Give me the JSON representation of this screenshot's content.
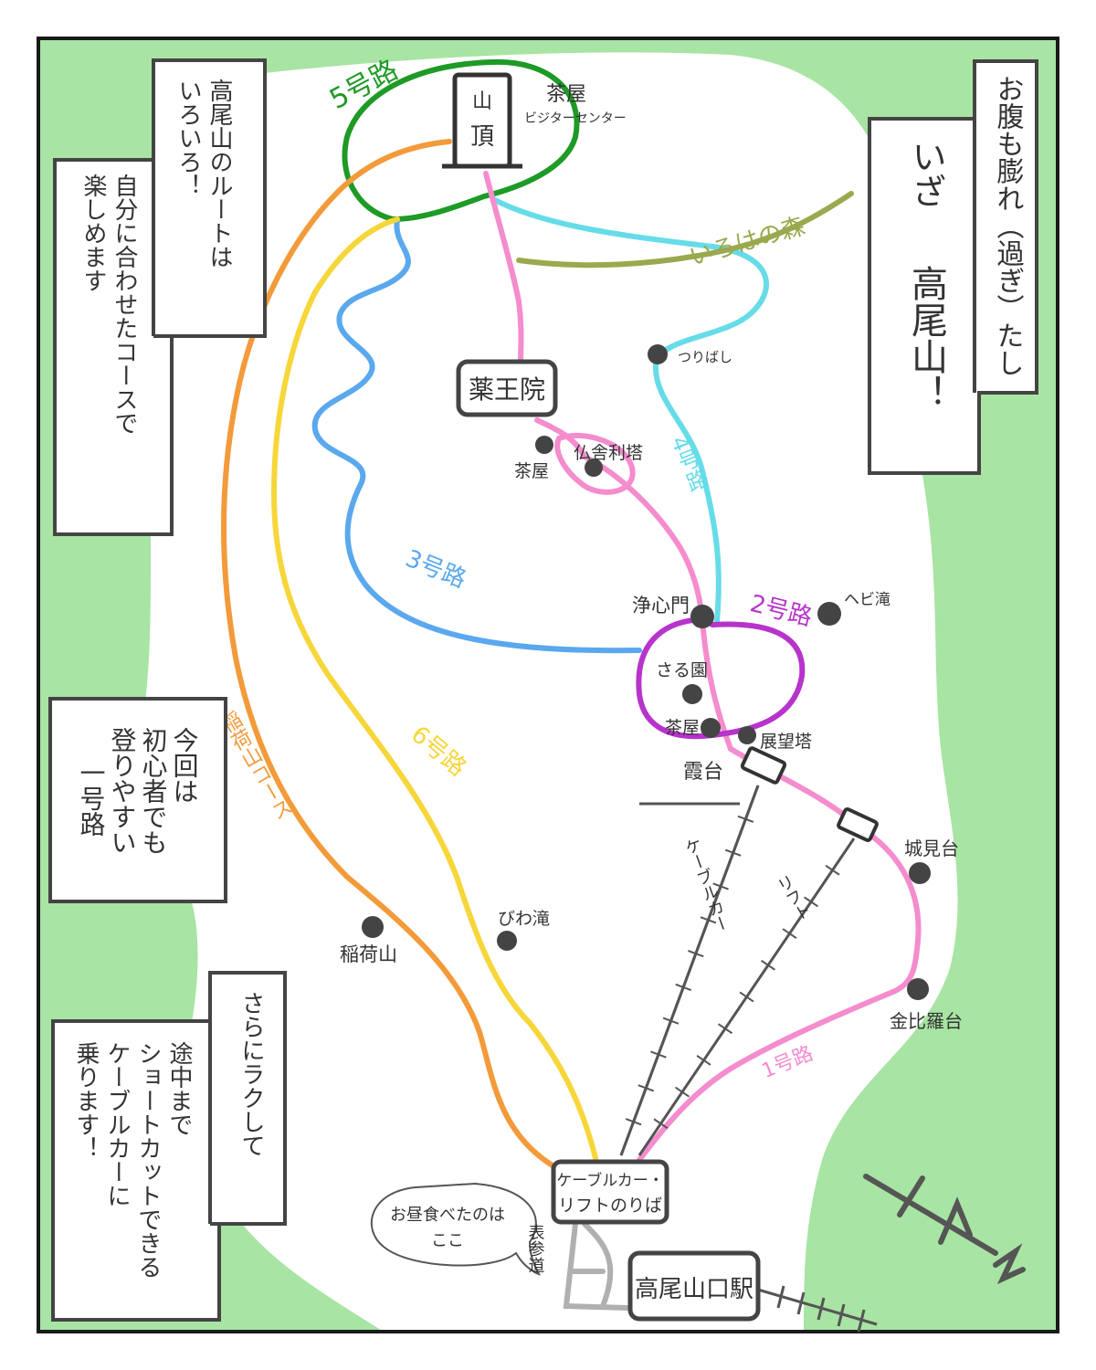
{
  "colors": {
    "grass": "#a8e4a3",
    "frame": "#1a1a1a",
    "box_stroke": "#444444",
    "route1": "#f48ccd",
    "route2": "#b733cc",
    "route3": "#5aa8ee",
    "route4": "#66dce8",
    "route5": "#1e9a26",
    "route6": "#f7d63a",
    "inari": "#f39a3a",
    "iroha": "#9aa94e",
    "track": "#555555",
    "path_gray": "#b0b0b0",
    "dot": "#444444"
  },
  "captions": {
    "top_right": {
      "col1": "お腹も膨れ（過ぎ）たし",
      "col2": "いざ",
      "col3": "高尾山！"
    },
    "top_left": {
      "col1": "高尾山のルートは",
      "col2": "いろいろ！",
      "col3": "自分に合わせたコースで",
      "col4": "楽しめます"
    },
    "middle_left": {
      "col1": "今回は",
      "col2": "初心者でも",
      "col3": "登りやすい",
      "col4": "一号路"
    },
    "bottom_left": {
      "col1": "さらにラクして",
      "col2": "途中まで",
      "col3": "ショートカットできる",
      "col4": "ケーブルカーに",
      "col5": "乗ります！"
    }
  },
  "places": {
    "summit": "山頂",
    "summit_char1": "山",
    "summit_char2": "頂",
    "chaya_top": "茶屋",
    "visitor_center": "ビジターセンター",
    "yakuoin": "薬王院",
    "chaya_mid": "茶屋",
    "busshari": "仏舎利塔",
    "tsuribashi": "つりばし",
    "joshinmon": "浄心門",
    "hebitaki": "ヘビ滝",
    "saruen": "さる園",
    "chaya_low": "茶屋",
    "tenbo": "展望塔",
    "kasumidai": "霞台",
    "jomidai": "城見台",
    "konpiradai": "金比羅台",
    "biwataki": "びわ滝",
    "inariyama": "稲荷山",
    "station_top": "ケーブルカー・",
    "station_bottom": "リフトのりば",
    "lunch_line1": "お昼食べたのは",
    "lunch_line2": "ここ",
    "omotesando": "表参道",
    "takaosanguchi": "高尾山口駅"
  },
  "routes": {
    "r1": "1号路",
    "r2": "2号路",
    "r3": "3号路",
    "r4": "4号路",
    "r5": "5号路",
    "r6": "6号路",
    "inari": "稲荷山コース",
    "iroha": "いろはの森",
    "cable": "ケーブルカー",
    "lift": "リフト"
  },
  "compass": "N"
}
